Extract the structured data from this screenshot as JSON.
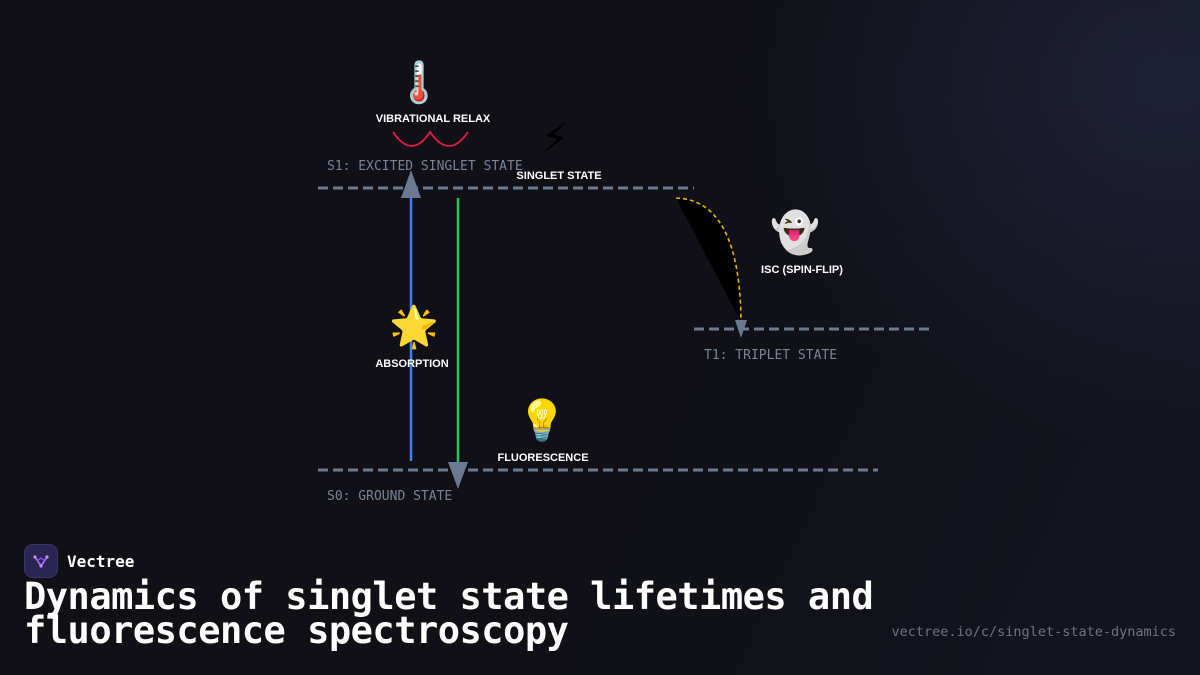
{
  "diagram": {
    "levels": {
      "s1": "S1: EXCITED SINGLET STATE",
      "t1": "T1: TRIPLET STATE",
      "s0": "S0: GROUND STATE"
    },
    "labels": {
      "vibrational_relax": "VIBRATIONAL RELAX",
      "singlet_state": "SINGLET STATE",
      "isc": "ISC (SPIN-FLIP)",
      "absorption": "ABSORPTION",
      "fluorescence": "FLUORESCENCE"
    },
    "icons": {
      "vibrational_relax": "thermometer-icon",
      "singlet_state": "lightning-icon",
      "isc": "ghost-icon",
      "absorption": "star-icon",
      "fluorescence": "lightbulb-icon"
    },
    "glyphs": {
      "vibrational_relax": "🌡️",
      "singlet_state": "⚡",
      "isc": "👻",
      "absorption": "🌟",
      "fluorescence": "💡"
    },
    "colors": {
      "absorption": "#3b82f6",
      "fluorescence": "#22c55e",
      "isc": "#eab308",
      "vibrational": "#e11d48",
      "level": "#6b7a90"
    }
  },
  "brand": {
    "name": "Vectree"
  },
  "footer": {
    "title": "Dynamics of singlet state lifetimes and fluorescence spectroscopy",
    "url": "vectree.io/c/singlet-state-dynamics"
  }
}
